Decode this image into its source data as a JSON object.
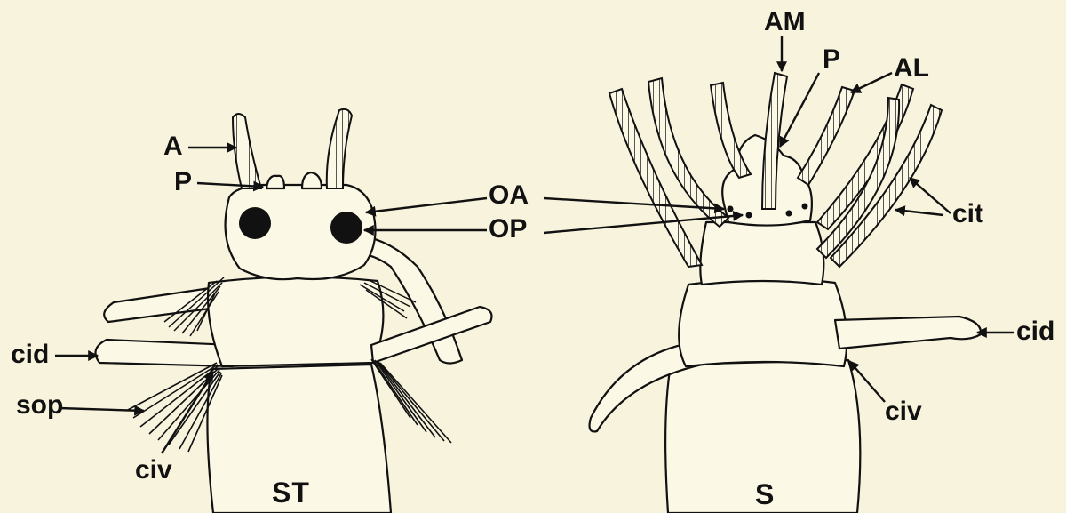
{
  "figure": {
    "panels": [
      {
        "id": "st",
        "caption": "ST"
      },
      {
        "id": "s",
        "caption": "S"
      }
    ],
    "labels": {
      "A": "A",
      "P_left": "P",
      "cid_left": "cid",
      "sop": "sop",
      "civ_left": "civ",
      "OA": "OA",
      "OP": "OP",
      "AM": "AM",
      "P_right": "P",
      "AL": "AL",
      "cit": "cit",
      "cid_right": "cid",
      "civ_right": "civ"
    },
    "colors": {
      "background": "#f7f3dc",
      "ink": "#111111"
    }
  }
}
